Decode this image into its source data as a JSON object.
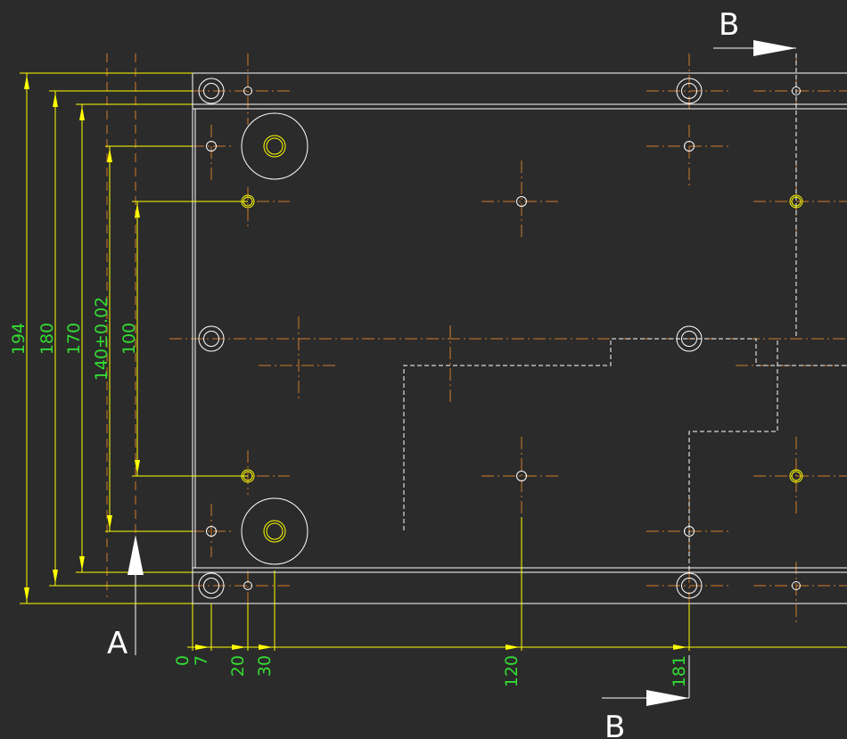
{
  "colors": {
    "background": "#2b2b2b",
    "outline": "#ffffff",
    "dimension_line": "#ffff00",
    "dimension_text": "#33dd33",
    "centerline": "#d07b2a",
    "hidden_line": "#ffffff"
  },
  "section_labels": {
    "a": "A",
    "b_top": "B",
    "b_bottom": "B"
  },
  "vertical_dimensions": [
    {
      "id": "194",
      "label": "194"
    },
    {
      "id": "180",
      "label": "180"
    },
    {
      "id": "170",
      "label": "170"
    },
    {
      "id": "140",
      "label": "140±0.02"
    },
    {
      "id": "100",
      "label": "100"
    }
  ],
  "horizontal_dimensions": [
    {
      "id": "0",
      "label": "0"
    },
    {
      "id": "7",
      "label": "7"
    },
    {
      "id": "20",
      "label": "20"
    },
    {
      "id": "30",
      "label": "30"
    },
    {
      "id": "120",
      "label": "120"
    },
    {
      "id": "181",
      "label": "181"
    }
  ]
}
